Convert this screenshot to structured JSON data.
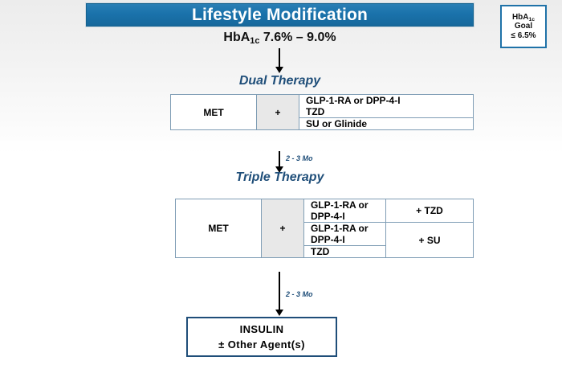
{
  "header": {
    "title": "Lifestyle Modification",
    "subtitle_prefix": "HbA",
    "subtitle_sub": "1c",
    "subtitle_range": " 7.6% – 9.0%"
  },
  "goal_box": {
    "line1_prefix": "HbA",
    "line1_sub": "1c",
    "line2": "Goal",
    "line3": "≤ 6.5%"
  },
  "sections": {
    "dual_heading": "Dual Therapy",
    "triple_heading": "Triple Therapy"
  },
  "intervals": {
    "dual_to_triple": "2 - 3 Mo",
    "triple_to_insulin": "2 - 3 Mo"
  },
  "dual_therapy": {
    "base": "MET",
    "plus": "+",
    "drugs": [
      "GLP-1-RA or DPP-4-I",
      "TZD",
      "SU or Glinide"
    ]
  },
  "triple_therapy": {
    "base": "MET",
    "plus": "+",
    "rows": [
      {
        "drug": "GLP-1-RA or DPP-4-I",
        "add": "+ TZD"
      },
      {
        "drug": "GLP-1-RA or DPP-4-I",
        "add": "+ SU"
      },
      {
        "drug": "TZD",
        "add": ""
      }
    ]
  },
  "insulin": {
    "line1": "INSULIN",
    "line2": "± Other Agent(s)"
  },
  "colors": {
    "title_bar": "#1a72ab",
    "heading_text": "#1f4e79",
    "table_border": "#7f9db5",
    "plus_cell_fill": "#e8e8e8",
    "insulin_border": "#1f4e79",
    "goal_border": "#1f72a8"
  }
}
